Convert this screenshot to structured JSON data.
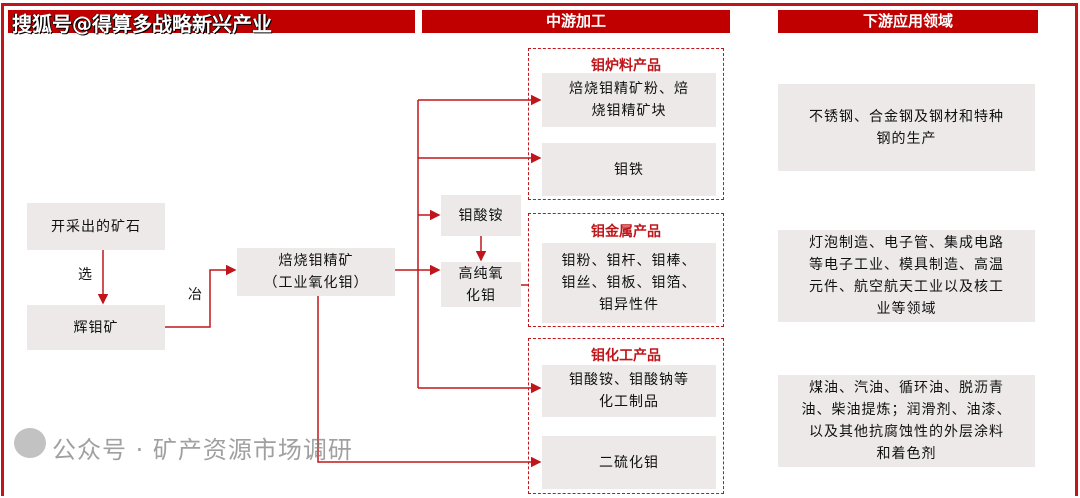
{
  "headers": {
    "upstream": "",
    "midstream": "中游加工",
    "downstream": "下游应用领域"
  },
  "upstream": {
    "ore": "开采出的矿石",
    "select_label": "选",
    "molybdenite": "辉钼矿",
    "smelt_label": "冶",
    "concentrate": "焙烧钼精矿\n（工业氧化钼）"
  },
  "midstream": {
    "ammonium_molybdate": "钼酸铵",
    "high_purity": "高纯氧\n化钼",
    "groups": [
      {
        "title": "钼炉料产品",
        "items": [
          "焙烧钼精矿粉、焙\n烧钼精矿块",
          "钼铁"
        ]
      },
      {
        "title": "钼金属产品",
        "items": [
          "钼粉、钼杆、钼棒、\n钼丝、钼板、钼箔、\n钼异性件"
        ]
      },
      {
        "title": "钼化工产品",
        "items": [
          "钼酸铵、钼酸钠等\n化工制品",
          "二硫化钼"
        ]
      }
    ]
  },
  "downstream": [
    "不锈钢、合金钢及钢材和特种\n钢的生产",
    "灯泡制造、电子管、集成电路\n等电子工业、模具制造、高温\n元件、航空航天工业以及核工\n业等领域",
    "煤油、汽油、循环油、脱沥青\n油、柴油提炼；润滑剂、油漆、\n以及其他抗腐蚀性的外层涂料\n和着色剂"
  ],
  "watermarks": {
    "top": "搜狐号@得算多战略新兴产业",
    "bottom": "公众号 · 矿产资源市场调研"
  },
  "colors": {
    "accent": "#c00000",
    "box": "#ede9e9"
  }
}
